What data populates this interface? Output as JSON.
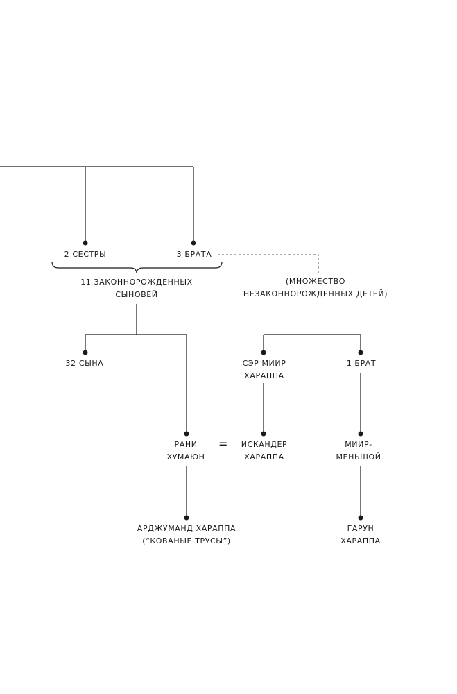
{
  "nodes": {
    "sisters": "2 СЕСТРЫ",
    "brothers": "3 БРАТА",
    "legit_sons": "11 ЗАКОННОРОЖДЕННЫХ\nСЫНОВЕЙ",
    "illegit": "(МНОЖЕСТВО\nНЕЗАКОННОРОЖДЕННЫХ ДЕТЕЙ)",
    "sons32": "32 СЫНА",
    "sir_miir": "СЭР МИИР\nХАРАППА",
    "brother1": "1 БРАТ",
    "rani": "РАНИ\nХУМАЮН",
    "marriage": "=",
    "iskander": "ИСКАНДЕР\nХАРАППА",
    "miir_junior": "МИИР-\nМЕНЬШОЙ",
    "arjumand": "АРДЖУМАНД ХАРАППА\n(“КОВАНЫЕ ТРУСЫ”)",
    "haroun": "ГАРУН\nХАРАППА"
  }
}
